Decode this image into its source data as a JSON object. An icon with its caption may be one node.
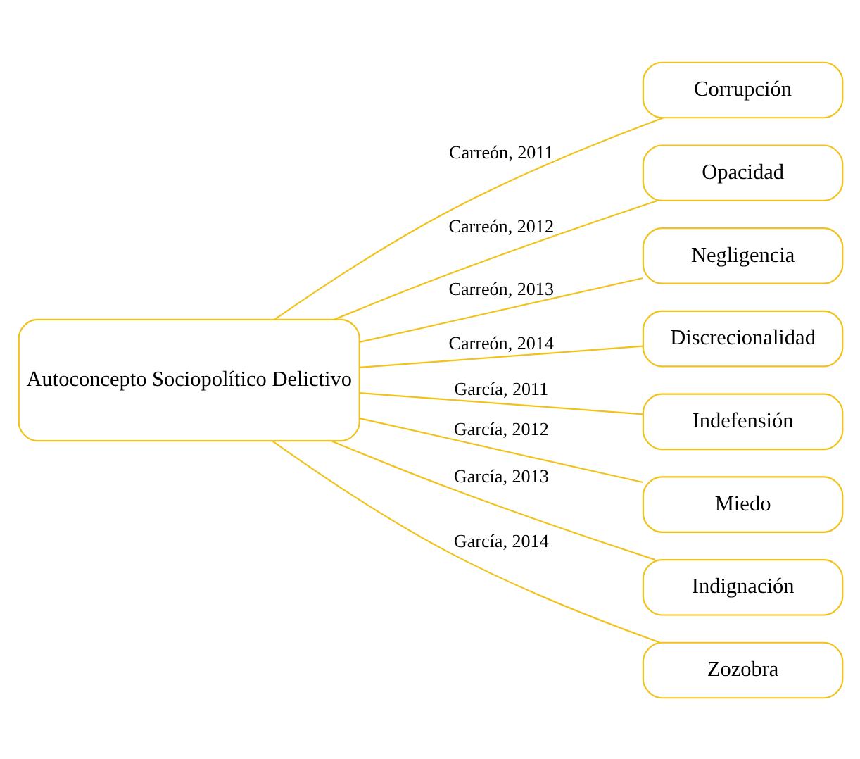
{
  "diagram": {
    "nodes": [
      {
        "text": [
          "Autoconcepto Sociopolítico Delictivo"
        ]
      },
      {
        "text": [
          "Corrupción"
        ]
      },
      {
        "text": [
          "Opacidad"
        ]
      },
      {
        "text": [
          "Negligencia"
        ]
      },
      {
        "text": [
          "Discrecionalidad"
        ]
      },
      {
        "text": [
          "Indefensión"
        ]
      },
      {
        "text": [
          "Miedo"
        ]
      },
      {
        "text": [
          "Indignación"
        ]
      },
      {
        "text": [
          "Zozobra"
        ]
      }
    ],
    "edges": [
      {
        "from": 0,
        "to": 1,
        "arrow": "none",
        "label": "Carreón, 2011"
      },
      {
        "from": 0,
        "to": 2,
        "arrow": "none",
        "label": "Carreón, 2012"
      },
      {
        "from": 0,
        "to": 3,
        "arrow": "none",
        "label": "Carreón, 2013"
      },
      {
        "from": 0,
        "to": 4,
        "arrow": "none",
        "label": "Carreón, 2014"
      },
      {
        "from": 0,
        "to": 5,
        "arrow": "none",
        "label": "García, 2011"
      },
      {
        "from": 0,
        "to": 6,
        "arrow": "none",
        "label": "García, 2012"
      },
      {
        "from": 0,
        "to": 7,
        "arrow": "none",
        "label": "García, 2013"
      },
      {
        "from": 0,
        "to": 8,
        "arrow": "none",
        "label": "García, 2014"
      }
    ]
  }
}
